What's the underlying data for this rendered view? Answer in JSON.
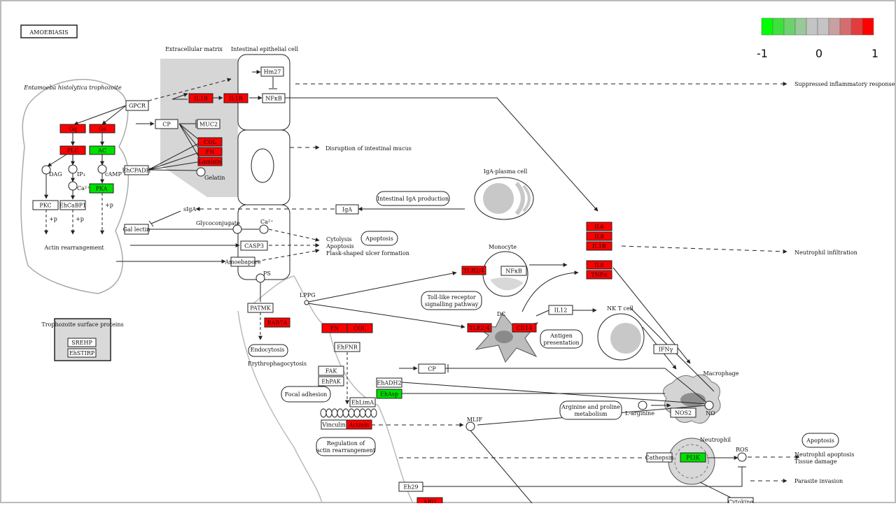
{
  "title": "AMOEBIASIS",
  "colors": {
    "up": "#ff0000",
    "down": "#00e000",
    "neutral": "#ffffff",
    "region": "#d6d6d6",
    "line": "#222222"
  },
  "legend": {
    "min_label": "-1",
    "mid_label": "0",
    "max_label": "1",
    "cells": [
      "#00ff00",
      "#3ee03e",
      "#6cd36c",
      "#99c999",
      "#c4c4c4",
      "#c4c4c4",
      "#c9a0a0",
      "#d46e6e",
      "#e43c3c",
      "#ff0000"
    ]
  },
  "regions": {
    "ecm": "Extracellular matrix",
    "epithelial": "Intestinal epithelial cell",
    "trophozoite": "Entamoeba histolytica trophozoite",
    "surface": "Trophozoite surface proteins",
    "igA_plasma": "IgA-plasma cell",
    "monocyte": "Monocyte",
    "dc": "DC",
    "nkt": "NK T cell",
    "macrophage": "Macrophage",
    "neutrophil": "Neutrophil"
  },
  "nodes": {
    "gpcr": "GPCR",
    "cp1": "CP",
    "muc2": "MUC2",
    "ehcpadh": "EhCPADH",
    "hm27": "Hm27",
    "nfkb1": "NFκB",
    "il1b_1": "IL1B",
    "il1r": "IL1R",
    "gq": "Gq",
    "gs": "Gs",
    "plc": "PLC",
    "ac": "AC",
    "pka": "PKA",
    "pkc": "PKC",
    "ehcabp1": "EhCaBP1",
    "col": "COL",
    "fn": "FN",
    "laminin": "Laminin",
    "iga": "IgA",
    "galnac_lectin": "Gal lectin",
    "casp3": "CASP3",
    "amoebapore": "Amoebapore",
    "patmk": "PATMK",
    "rab7a": "RAB7A",
    "fn2": "FN",
    "col2": "COL",
    "ehfnr": "EhFNR",
    "fak": "FAK",
    "ehpak": "EhPAK",
    "ehlima": "EhLimA",
    "vinculin": "Vinculin",
    "actinin": "Actinin",
    "ehadh2": "EhADH2",
    "ehasp": "EhAsp",
    "cp2": "CP",
    "tlr24": "TLR2/4",
    "nfkb2": "NFκB",
    "tlr2b": "TLR2/4",
    "cd14": "CD14",
    "il12": "IL12",
    "ifng": "IFNγ",
    "il6": "IL6",
    "cxcl8": "IL8",
    "il1b_2": "IL1B",
    "il8b": "IL8",
    "tnfa": "TNFα",
    "nos2": "NOS2",
    "pi3k": "PI3K",
    "cathepsin": "Cathepsin",
    "eh29": "Eh29",
    "arg": "ARG",
    "cytokine": "Cytokine",
    "serhp": "SREHP",
    "ehstirp": "EhSTIRP"
  },
  "labels": {
    "gelatin": "Gelatin",
    "siga": "sIgA",
    "glycoconj": "Glycoconjugate",
    "ca2": "Ca²⁺",
    "ca2b": "Ca²⁺",
    "dag": "DAG",
    "ip3": "IP₃",
    "camp": "cAMP",
    "p1": "+p",
    "p2": "+p",
    "p3": "+p",
    "actin_rearr": "Actin rearrangement",
    "ps": "PS",
    "lppg": "LPPG",
    "mlif": "MLIF",
    "ros": "ROS",
    "no": "NO",
    "larg": "L-arginine",
    "cytolysis": "Cytolysis",
    "apoptosis": "Apoptosis",
    "flask": "Flask-shaped ulcer formation",
    "endocytosis": "Endocytosis",
    "erythro": "Erythrophagocytosis",
    "supp_inflam": "Suppressed inflammatory response",
    "disruption": "Disruption of intestinal mucus",
    "neut_infil": "Neutrophil infiltration",
    "neut_apop": "Neutrophil apoptosis",
    "tissue": "Tissue damage",
    "parasite": "Parasite invasion"
  },
  "pathways": {
    "iga_prod": "Intestinal IgA production",
    "apoptosis": "Apoptosis",
    "tlr_1": "Toll-like receptor",
    "tlr_2": "signalling pathway",
    "antigen_1": "Antigen",
    "antigen_2": "presentation",
    "focal": "Focal adhesion",
    "regact_1": "Regulation of",
    "regact_2": "actin rearrangement",
    "argpro_1": "Arginine and proline",
    "argpro_2": "metabolism",
    "apoptosis2": "Apoptosis"
  }
}
